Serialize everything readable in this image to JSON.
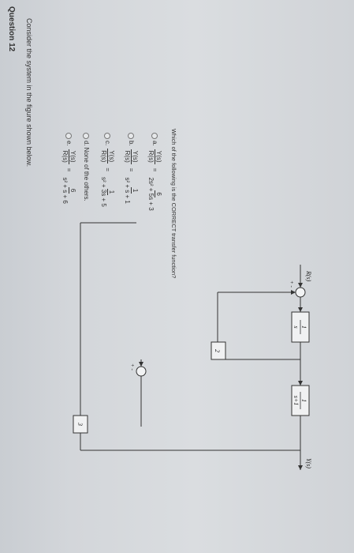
{
  "question": {
    "title": "Question 12",
    "intro": "Consider the system in the figure shown below.",
    "prompt": "Which of the following is the CORRECT transfer function?"
  },
  "diagram": {
    "input_label": "R(s)",
    "output_label": "Y(s)",
    "block1_num": "1",
    "block1_den": "s",
    "block2_num": "1",
    "block2_den": "s+1",
    "gain_inner": "2",
    "gain_outer": "3",
    "sum1_signs": "+ -",
    "sum2_signs": "+ -"
  },
  "options": [
    {
      "letter": "a.",
      "lhs_num": "Y(s)",
      "lhs_den": "R(s)",
      "eq": "=",
      "rhs_num": "6",
      "rhs_den": "2s² + 5s + 3"
    },
    {
      "letter": "b.",
      "lhs_num": "Y(s)",
      "lhs_den": "R(s)",
      "eq": "=",
      "rhs_num": "1",
      "rhs_den": "s² + s + 1"
    },
    {
      "letter": "c.",
      "lhs_num": "Y(s)",
      "lhs_den": "R(s)",
      "eq": "=",
      "rhs_num": "1",
      "rhs_den": "s² + 3s + 5"
    },
    {
      "letter": "d.",
      "text": "None of the others."
    },
    {
      "letter": "e.",
      "lhs_num": "Y(s)",
      "lhs_den": "R(s)",
      "eq": "=",
      "rhs_num": "6",
      "rhs_den": "s² + s + 6"
    }
  ]
}
